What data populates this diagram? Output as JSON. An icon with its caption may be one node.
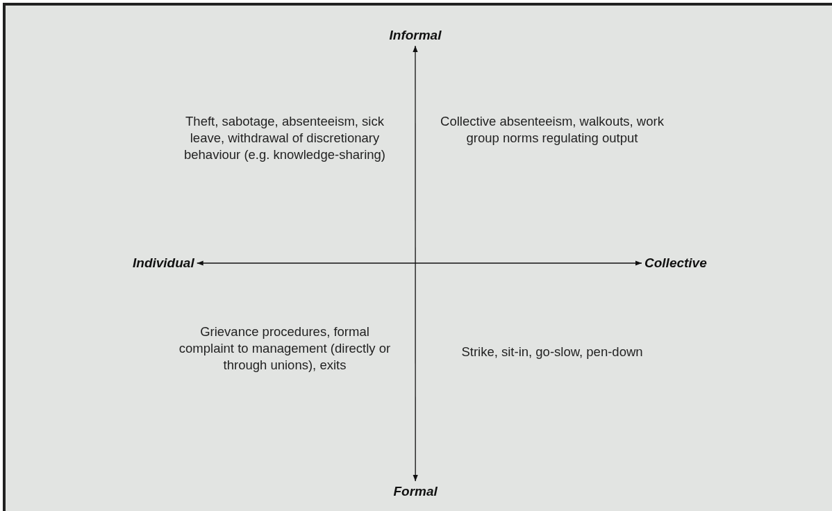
{
  "diagram": {
    "nodes": [
      {
        "text": [
          "Informal"
        ]
      },
      {
        "text": [
          "Individual"
        ]
      },
      {
        "text": [
          "Collective"
        ]
      },
      {
        "text": [
          "Formal"
        ]
      }
    ],
    "edges": [
      {
        "from": 0,
        "to": 3,
        "arrow": "both"
      },
      {
        "from": 1,
        "to": 2,
        "arrow": "both"
      }
    ],
    "labels": [
      "Theft, sabotage, absenteeism, sick leave, withdrawal of discretionary behaviour (e.g. knowledge-sharing)",
      "Collective absenteeism, walkouts, work group norms regulating output",
      "Grievance procedures, formal complaint to management (directly or through unions), exits",
      "Strike, sit-in, go-slow, pen-down"
    ]
  }
}
